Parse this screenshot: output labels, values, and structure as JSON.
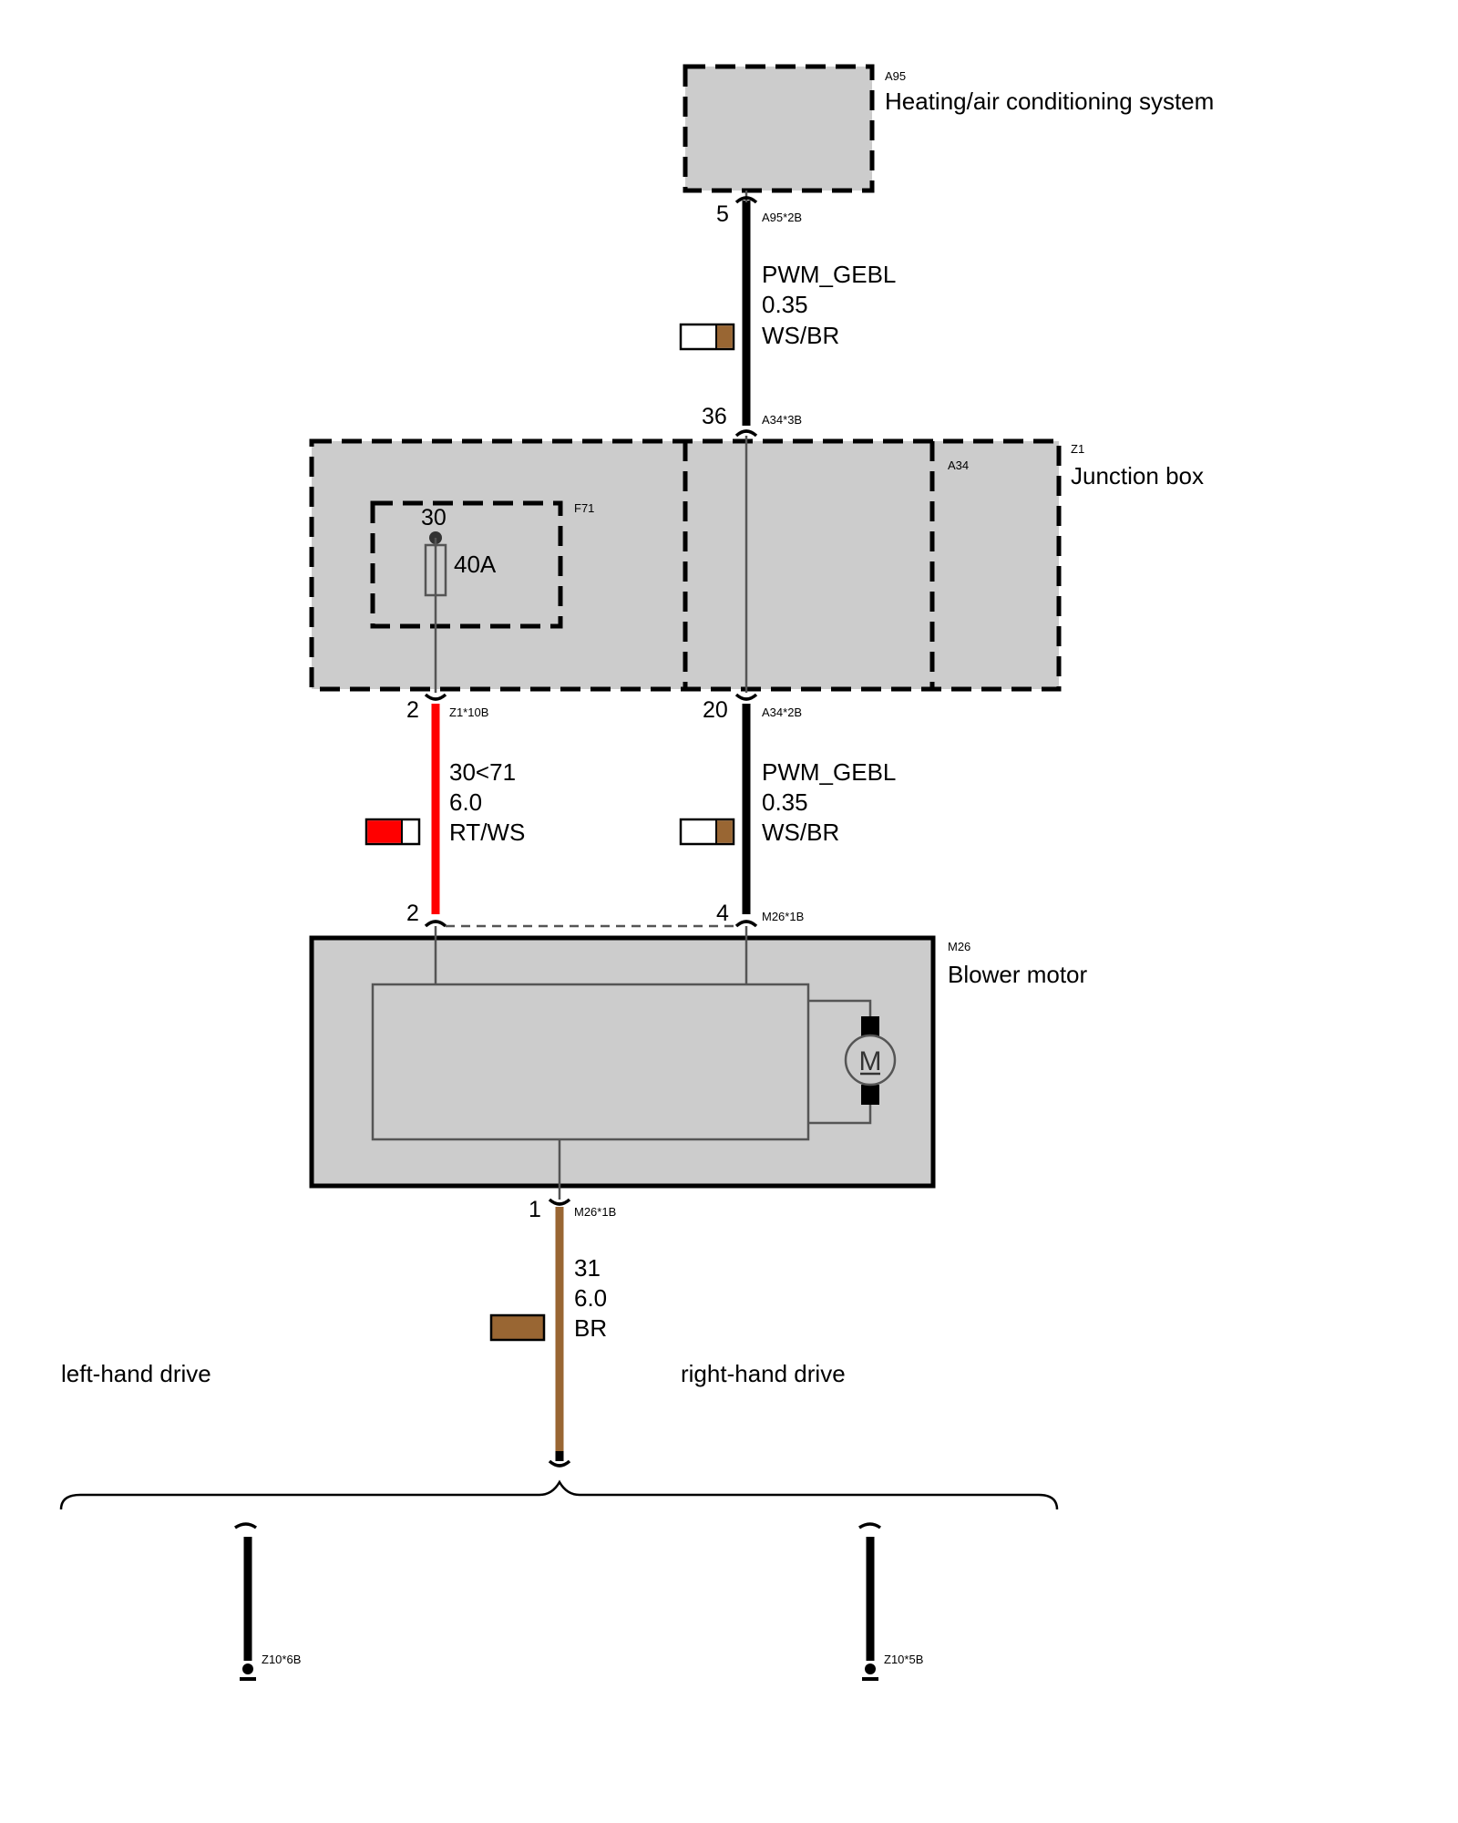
{
  "colors": {
    "box_fill": "#cccccc",
    "wire_red": "#ff0000",
    "wire_brown": "#996633",
    "wire_black": "#000000",
    "wire_white": "#ffffff"
  },
  "components": {
    "a95": {
      "code": "A95",
      "name": "Heating/air conditioning system"
    },
    "z1": {
      "code": "Z1",
      "name": "Junction box"
    },
    "a34": {
      "code": "A34"
    },
    "f71": {
      "code": "F71",
      "pin": "30",
      "rating": "40A"
    },
    "m26": {
      "code": "M26",
      "name": "Blower motor",
      "motor_symbol": "M"
    }
  },
  "connectors": {
    "a95_2b": {
      "pin": "5",
      "ref": "A95*2B"
    },
    "a34_3b": {
      "pin": "36",
      "ref": "A34*3B"
    },
    "z1_10b": {
      "pin": "2",
      "ref": "Z1*10B"
    },
    "a34_2b": {
      "pin": "20",
      "ref": "A34*2B"
    },
    "m26_pin2": {
      "pin": "2"
    },
    "m26_pin4": {
      "pin": "4",
      "ref": "M26*1B"
    },
    "m26_1b": {
      "pin": "1",
      "ref": "M26*1B"
    },
    "z10_6b": {
      "ref": "Z10*6B"
    },
    "z10_5b": {
      "ref": "Z10*5B"
    }
  },
  "wires": {
    "w1": {
      "signal": "PWM_GEBL",
      "size": "0.35",
      "color_code": "WS/BR",
      "swatch": [
        "#ffffff",
        "#996633"
      ]
    },
    "w2": {
      "signal": "30<71",
      "size": "6.0",
      "color_code": "RT/WS",
      "swatch": [
        "#ff0000",
        "#ffffff"
      ]
    },
    "w3": {
      "signal": "PWM_GEBL",
      "size": "0.35",
      "color_code": "WS/BR",
      "swatch": [
        "#ffffff",
        "#996633"
      ]
    },
    "w4": {
      "signal": "31",
      "size": "6.0",
      "color_code": "BR",
      "swatch": [
        "#996633"
      ]
    }
  },
  "variants": {
    "left": "left-hand drive",
    "right": "right-hand drive"
  }
}
